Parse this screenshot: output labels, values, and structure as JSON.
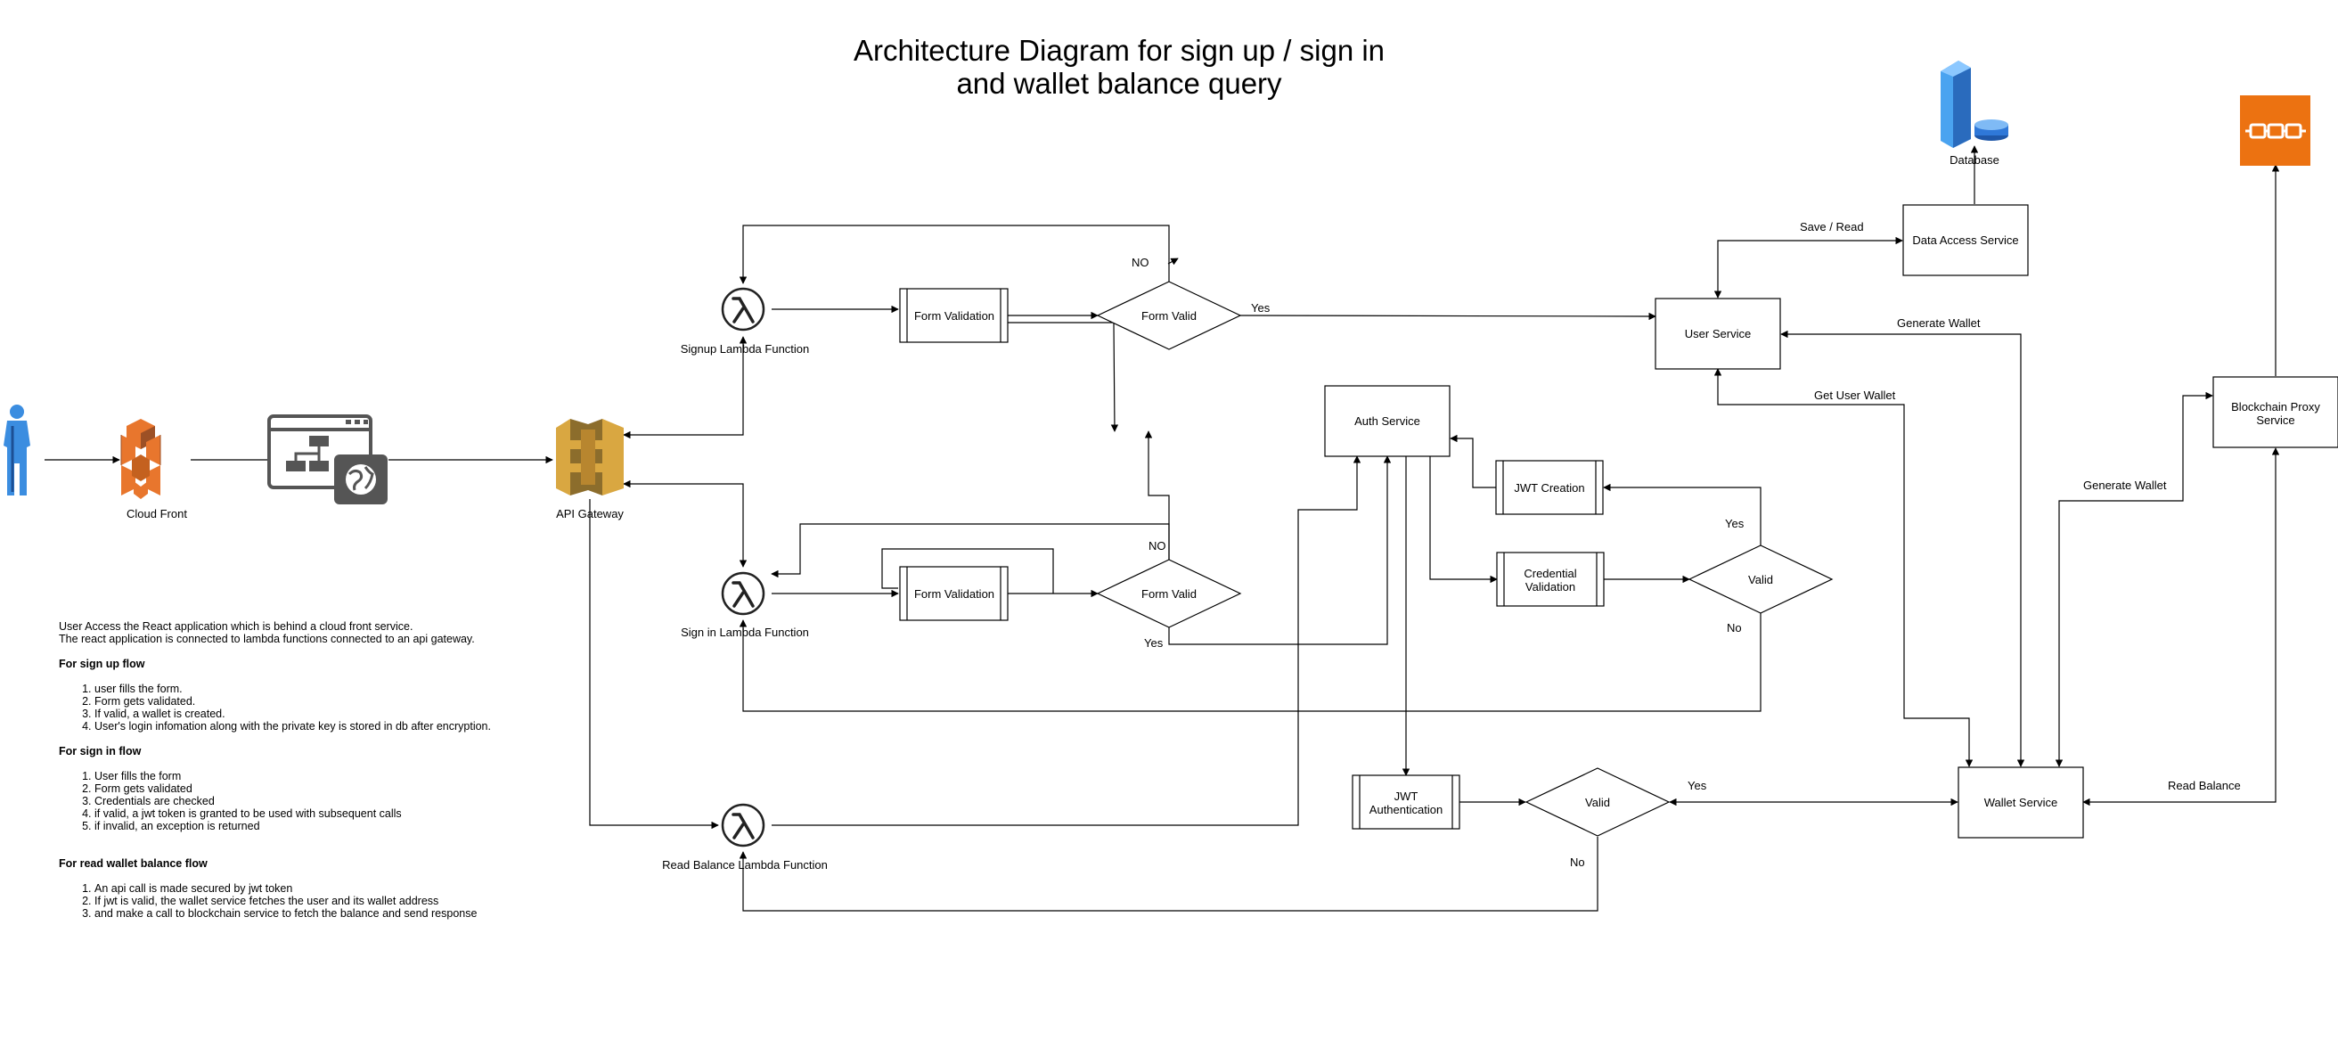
{
  "title": {
    "line1": "Architecture Diagram for sign up / sign in",
    "line2": "and wallet balance query"
  },
  "nodes": {
    "cloud_front": "Cloud Front",
    "api_gateway": "API Gateway",
    "signup_lambda": "Signup Lambda Function",
    "signin_lambda": "Sign in Lambda Function",
    "read_balance_lambda": "Read Balance Lambda Function",
    "form_validation_signup": "Form Validation",
    "form_validation_signin": "Form Validation",
    "form_valid_signup": "Form Valid",
    "form_valid_signin": "Form Valid",
    "user_service": "User Service",
    "data_access_service": "Data Access Service",
    "database": "Database",
    "auth_service": "Auth Service",
    "jwt_creation": "JWT Creation",
    "credential_validation_1": "Credential",
    "credential_validation_2": "Validation",
    "valid_credentials": "Valid",
    "jwt_authentication_1": "JWT",
    "jwt_authentication_2": "Authentication",
    "valid_jwt": "Valid",
    "wallet_service": "Wallet Service",
    "blockchain_proxy_1": "Blockchain Proxy",
    "blockchain_proxy_2": "Service"
  },
  "edge_labels": {
    "no_signup": "NO",
    "yes_signup": "Yes",
    "no_signin": "NO",
    "yes_signin": "Yes",
    "save_read": "Save / Read",
    "generate_wallet_user": "Generate Wallet",
    "get_user_wallet": "Get User Wallet",
    "generate_wallet_proxy": "Generate Wallet",
    "yes_cred": "Yes",
    "no_cred": "No",
    "yes_jwt": "Yes",
    "no_jwt": "No",
    "read_balance": "Read Balance"
  },
  "notes": {
    "intro_1": "User Access the React application which is behind a cloud front service.",
    "intro_2": "The react application is connected to lambda functions connected to an api gateway.",
    "signup_heading": "For sign up flow",
    "signup_steps": [
      "user fills the form.",
      "Form gets validated.",
      "If valid, a wallet is created.",
      "User's login infomation along with the private key is stored in db after encryption."
    ],
    "signin_heading": "For sign in flow",
    "signin_steps": [
      "User fills the form",
      "Form gets validated",
      "Credentials are checked",
      "if valid, a jwt token is granted to be used with subsequent calls",
      "if invalid, an exception is returned"
    ],
    "balance_heading": "For read wallet balance flow",
    "balance_steps": [
      "An api call is made secured by jwt token",
      "If jwt is valid, the wallet service fetches the user and its wallet address",
      "and make a call to blockchain service to fetch the balance and send response"
    ]
  },
  "colors": {
    "line": "#000000",
    "aws_orange": "#e8762d",
    "aws_orange_dark": "#9d5025",
    "api_gold": "#d9a741",
    "api_gold_dark": "#8c6d2c",
    "user_blue": "#3b8de0",
    "db_blue": "#2f78d8",
    "web_grey": "#555555",
    "chain_orange": "#ec7211"
  },
  "icons": [
    "user-icon",
    "cloudfront-icon",
    "web-app-icon",
    "api-gateway-icon",
    "lambda-icon",
    "database-icon",
    "blockchain-icon"
  ]
}
